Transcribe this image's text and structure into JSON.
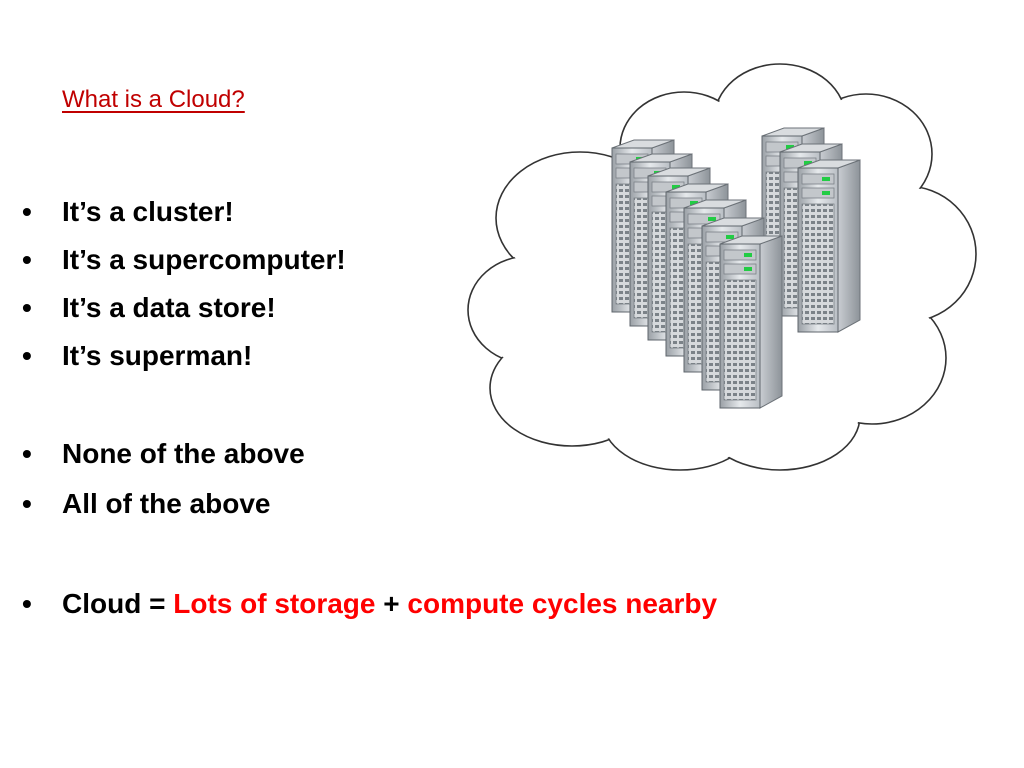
{
  "slide": {
    "title": "What is a Cloud?",
    "bullet_glyph": "•",
    "bullets": [
      "It’s a cluster!",
      "It’s a supercomputer!",
      "It’s a data store!",
      "It’s superman!",
      "None of the above",
      "All of the above"
    ],
    "equation": {
      "lead": "Cloud = ",
      "term1": "Lots of storage",
      "plus": " + ",
      "term2": "compute cycles nearby"
    }
  },
  "illustration": {
    "icon": "cloud-with-server-cluster-icon",
    "accent_red": "#ff0000",
    "title_red": "#c00000",
    "indicator_green": "#22cc44"
  }
}
